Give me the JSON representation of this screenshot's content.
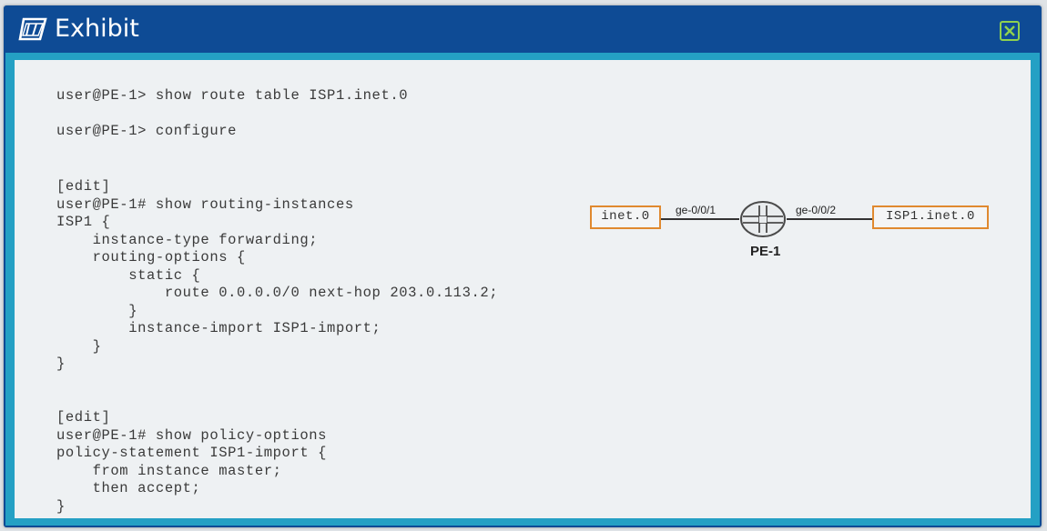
{
  "window": {
    "title": "Exhibit"
  },
  "colors": {
    "titlebar": "#0e4b95",
    "frame": "#24a0c4",
    "content_bg": "#eef1f3",
    "close_border": "#8fd14f",
    "route_box_border": "#e0892f"
  },
  "cli": {
    "block1": [
      "user@PE-1> show route table ISP1.inet.0",
      "",
      "user@PE-1> configure"
    ],
    "block2": [
      "[edit]",
      "user@PE-1# show routing-instances",
      "ISP1 {",
      "    instance-type forwarding;",
      "    routing-options {",
      "        static {",
      "            route 0.0.0.0/0 next-hop 203.0.113.2;",
      "        }",
      "        instance-import ISP1-import;",
      "    }",
      "}"
    ],
    "block3": [
      "[edit]",
      "user@PE-1# show policy-options",
      "policy-statement ISP1-import {",
      "    from instance master;",
      "    then accept;",
      "}"
    ]
  },
  "diagram": {
    "left_table": "inet.0",
    "left_interface": "ge-0/0/1",
    "router": "PE-1",
    "right_interface": "ge-0/0/2",
    "right_table": "ISP1.inet.0"
  },
  "icons": {
    "title": "exhibit-icon",
    "close": "close-icon",
    "router": "router-icon"
  }
}
